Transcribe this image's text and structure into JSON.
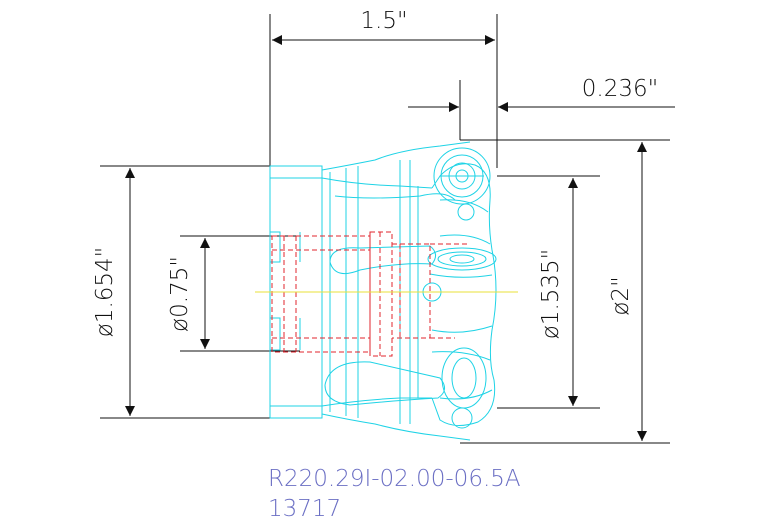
{
  "dimensions": {
    "overall_length": "1.5\"",
    "insert_offset": "0.236\"",
    "body_diameter": "ø1.654\"",
    "bore_diameter": "ø0.75\"",
    "effective_diameter": "ø1.535\"",
    "cutting_diameter": "ø2\""
  },
  "part": {
    "designation": "R220.29I-02.00-06.5A",
    "item_number": "13717"
  },
  "colors": {
    "dimension_lines": "#111111",
    "tool_outline": "#1fd3e6",
    "hidden_bore": "#e0242e",
    "centerline": "#e8e23a",
    "part_text": "#6b6fc4"
  }
}
